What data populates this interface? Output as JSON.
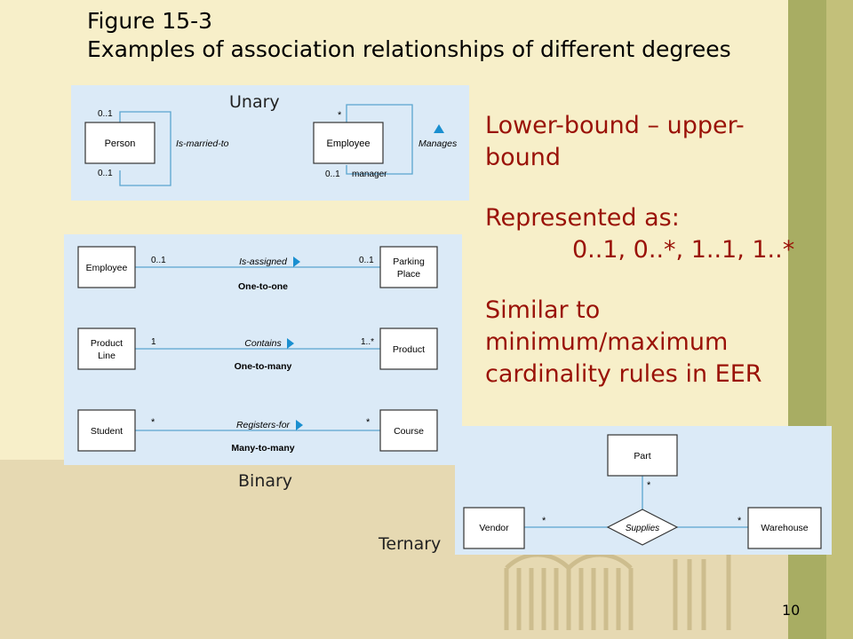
{
  "title": {
    "line1": "Figure 15-3",
    "line2": "Examples of association relationships of different degrees"
  },
  "labels": {
    "unary": "Unary",
    "binary": "Binary",
    "ternary": "Ternary"
  },
  "unary": {
    "person": "Person",
    "person_mult_top": "0..1",
    "person_mult_bottom": "0..1",
    "person_rel": "Is-married-to",
    "employee": "Employee",
    "employee_mult_top": "*",
    "employee_mult_bottom": "0..1",
    "employee_role": "manager",
    "employee_rel": "Manages"
  },
  "binary": [
    {
      "left": "Employee",
      "left_lines": [
        "Employee"
      ],
      "right_lines": [
        "Parking",
        "Place"
      ],
      "left_mult": "0..1",
      "right_mult": "0..1",
      "rel": "Is-assigned",
      "caption": "One-to-one"
    },
    {
      "left_lines": [
        "Product",
        "Line"
      ],
      "right_lines": [
        "Product"
      ],
      "left_mult": "1",
      "right_mult": "1..*",
      "rel": "Contains",
      "caption": "One-to-many"
    },
    {
      "left_lines": [
        "Student"
      ],
      "right_lines": [
        "Course"
      ],
      "left_mult": "*",
      "right_mult": "*",
      "rel": "Registers-for",
      "caption": "Many-to-many"
    }
  ],
  "ternary": {
    "part": "Part",
    "vendor": "Vendor",
    "warehouse": "Warehouse",
    "rel": "Supplies",
    "part_mult": "*",
    "vendor_mult": "*",
    "warehouse_mult": "*"
  },
  "notes": {
    "line1": "Lower-bound – upper-",
    "line2": "bound",
    "line3": "Represented as:",
    "line4": "0..1, 0..*, 1..1, 1..*",
    "line5": "Similar to",
    "line6": "minimum/maximum",
    "line7": "cardinality rules in EER"
  },
  "page_number": "10",
  "colors": {
    "panel": "#dbeaf7",
    "line": "#5aa5cf",
    "arrow": "#1a8fd0",
    "note_text": "#9a1208",
    "box_border": "#333333"
  }
}
